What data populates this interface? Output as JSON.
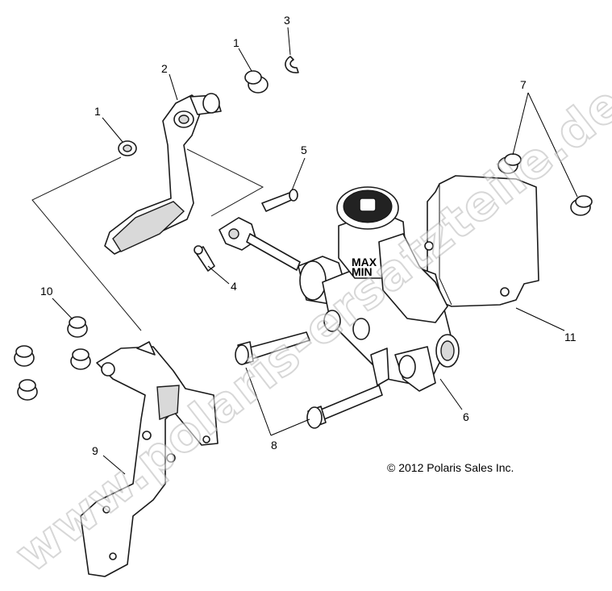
{
  "callouts": {
    "c1a": "1",
    "c1b": "1",
    "c2": "2",
    "c3": "3",
    "c4": "4",
    "c5": "5",
    "c6": "6",
    "c7": "7",
    "c8": "8",
    "c9": "9",
    "c10": "10",
    "c11": "11"
  },
  "copyright": "© 2012 Polaris Sales Inc.",
  "watermark": "www.polaris-ersatzteile.de",
  "reservoir_label": {
    "line1": "MAX",
    "line2": "MIN"
  }
}
